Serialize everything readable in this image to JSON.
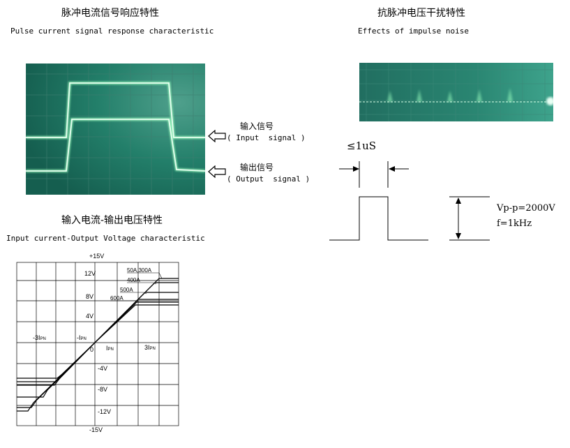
{
  "pulse": {
    "title_cn": "脉冲电流信号响应特性",
    "title_en": "Pulse current signal response characteristic",
    "input_cn": "输入信号",
    "input_en": "( Input  signal )",
    "output_cn": "输出信号",
    "output_en": "( Output  signal )"
  },
  "impulse": {
    "title_cn": "抗脉冲电压干扰特性",
    "title_en": "Effects of impulse noise",
    "width_label": "≤1uS",
    "vpp_label": "Vp-p=2000V",
    "freq_label": "f=1kHz"
  },
  "iv": {
    "title_cn": "输入电流-输出电压特性",
    "title_en": "Input current-Output Voltage characteristic",
    "y_labels": [
      "+15V",
      "12V",
      "8V",
      "4V",
      "0",
      "-4V",
      "-8V",
      "-12V",
      "-15V"
    ],
    "x_labels": [
      "-3I",
      "-I",
      "I",
      "3I"
    ],
    "x_subscript": "PN",
    "curve_labels": [
      "50A,300A",
      "400A",
      "500A",
      "600A"
    ]
  },
  "colors": {
    "scope_bg": "#1e7a68",
    "trace": "#b8ffc6",
    "noise_trace": "#8dffb0"
  }
}
